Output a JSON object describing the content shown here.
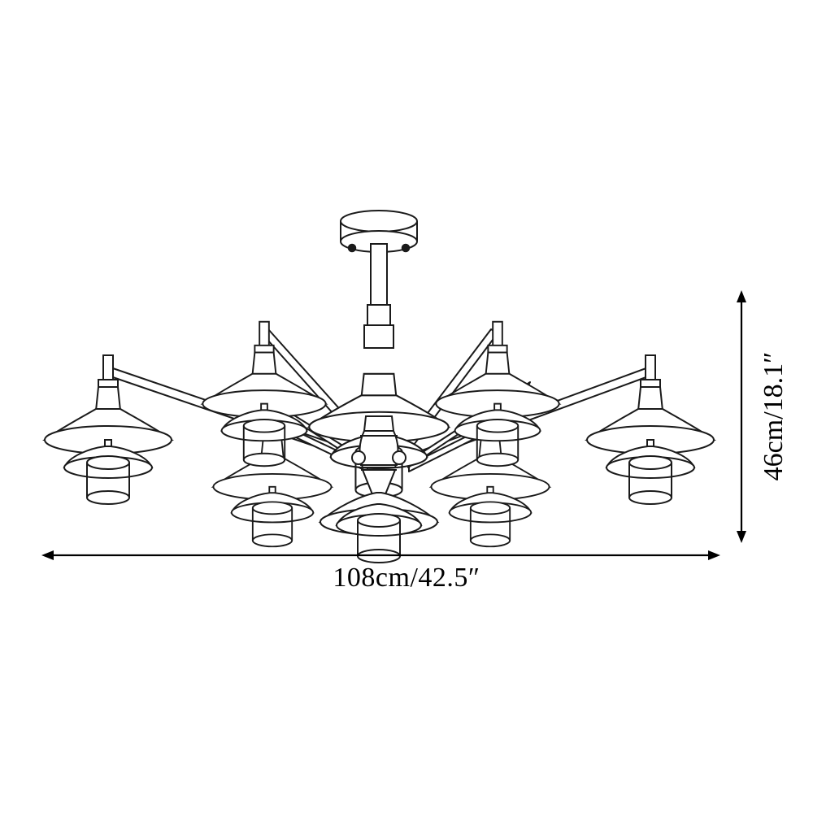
{
  "drawing": {
    "subject": "chandelier",
    "title": "",
    "view": "front elevation technical line drawing",
    "background_color": "#ffffff",
    "line_color": "#1a1a1a",
    "fill_color": "#ffffff",
    "text_color": "#000000"
  },
  "dimensions": {
    "width": {
      "label": "108cm/42.5″",
      "value_cm": 108,
      "value_in": 42.5,
      "orientation": "horizontal",
      "arrow_style": "double-headed"
    },
    "height": {
      "label": "46cm/18.1″",
      "value_cm": 46,
      "value_in": 18.1,
      "orientation": "vertical",
      "arrow_style": "double-headed"
    }
  },
  "fixture": {
    "shade_count": 9,
    "arm_count": 8,
    "canopy": "round ceiling plate with two mounting screws",
    "stem": "vertical rod with collar joint",
    "hub": "barrel shaped central body with ball joints",
    "shade_style": "three tier PH style: top cone, middle dome, bottom cylinder"
  }
}
